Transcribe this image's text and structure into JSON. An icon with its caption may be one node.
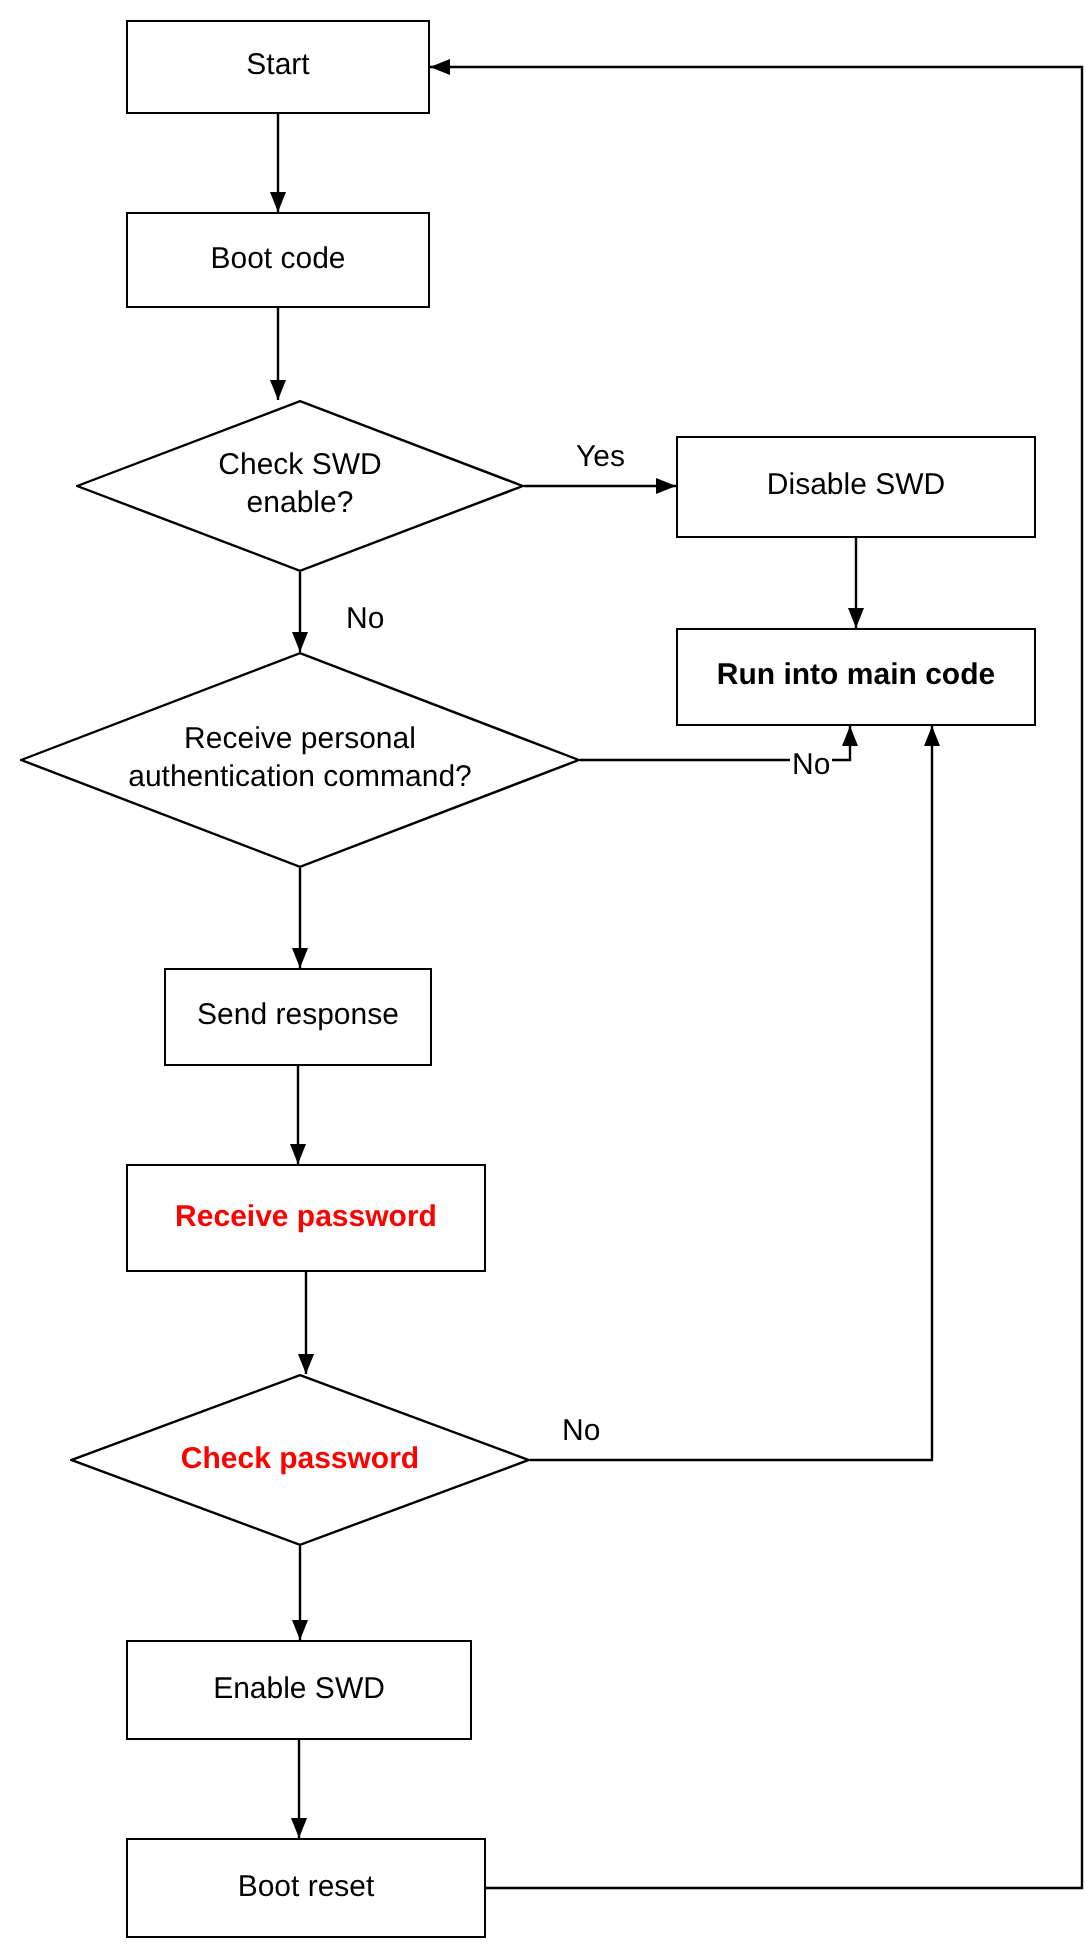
{
  "diagram": {
    "nodes": [
      {
        "text": [
          "Start"
        ]
      },
      {
        "text": [
          "Boot code"
        ]
      },
      {
        "text": [
          "Check SWD enable?"
        ]
      },
      {
        "text": [
          "Disable SWD"
        ]
      },
      {
        "text": [
          "Run into main code"
        ]
      },
      {
        "text": [
          "Receive personal authentication command?"
        ]
      },
      {
        "text": [
          "Send response"
        ]
      },
      {
        "text": [
          "Receive password"
        ]
      },
      {
        "text": [
          "Check password"
        ]
      },
      {
        "text": [
          "Enable SWD"
        ]
      },
      {
        "text": [
          "Boot reset"
        ]
      }
    ],
    "edges": [
      {
        "from": 0,
        "to": 1,
        "arrow": "to"
      },
      {
        "from": 1,
        "to": 2,
        "arrow": "to"
      },
      {
        "from": 2,
        "to": 3,
        "arrow": "to",
        "label": "Yes"
      },
      {
        "from": 3,
        "to": 4,
        "arrow": "to"
      },
      {
        "from": 2,
        "to": 5,
        "arrow": "to",
        "label": "No"
      },
      {
        "from": 5,
        "to": 4,
        "arrow": "to",
        "label": "No"
      },
      {
        "from": 5,
        "to": 6,
        "arrow": "to"
      },
      {
        "from": 6,
        "to": 7,
        "arrow": "to"
      },
      {
        "from": 7,
        "to": 8,
        "arrow": "to"
      },
      {
        "from": 8,
        "to": 4,
        "arrow": "to",
        "label": "No"
      },
      {
        "from": 8,
        "to": 9,
        "arrow": "to"
      },
      {
        "from": 9,
        "to": 10,
        "arrow": "to"
      },
      {
        "from": 10,
        "to": 0,
        "arrow": "to"
      }
    ]
  }
}
